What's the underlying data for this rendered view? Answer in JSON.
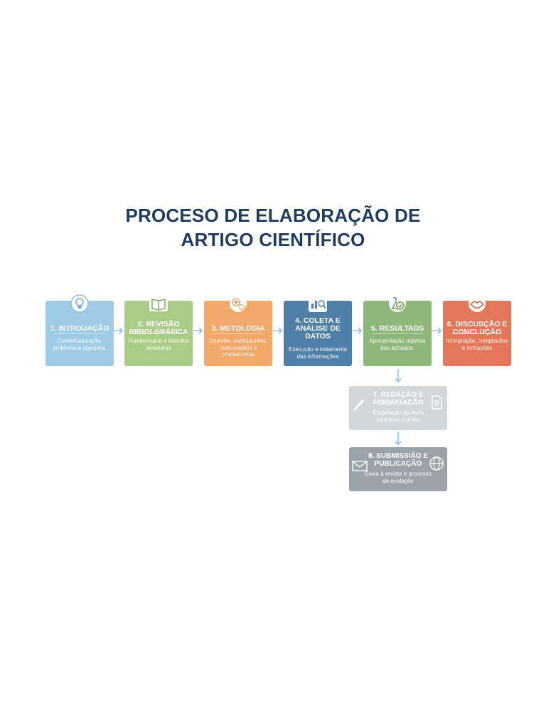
{
  "title": {
    "line1": "PROCESO DE ELABORAÇÃO DE",
    "line2": "ARTIGO CIENTÍFICO"
  },
  "steps": [
    {
      "name": "1. INTROUAÇÃO",
      "desc": "Contextualização, problema e objetivos.",
      "icon": "lightbulb-icon",
      "color": "#9dcbe6"
    },
    {
      "name": "2. REVISÃO BIBIGLGRÁFICA",
      "desc": "Fundamoarto e teandos anteriores",
      "icon": "book-icon",
      "color": "#a9cc87"
    },
    {
      "name": "3. METOLOGIA",
      "desc": "Desmho, participantes, instrumentos e procedimnos",
      "icon": "gears-icon",
      "color": "#f1a868"
    },
    {
      "name": "4. COLETA E ANÁLISE DE DATOS",
      "desc": "Execução e tratamento das informações",
      "icon": "chart-magnifier-icon",
      "color": "#4f7ea6"
    },
    {
      "name": "5. RESULTADS",
      "desc": "Apresentação objetiva dos achados.",
      "icon": "flask-check-icon",
      "color": "#8fb779"
    },
    {
      "name": "6. DISCUSÇÃO E CONCLUÇÃO",
      "desc": "Interpração, compisullos e limitações",
      "icon": "handshake-icon",
      "color": "#e4775a"
    },
    {
      "name": "7. REDAÇÃO E FORMATAÇÃO",
      "desc": "Estrutração do texto conforme normas",
      "icon": "pen-icon",
      "icon2": "document-icon",
      "color": "#d4d7da"
    },
    {
      "name": "8. SUBMISSIÃO E PUBLICAÇÃO",
      "desc": "Envio à revista e processo de evalação",
      "icon": "envelope-icon",
      "icon2": "globe-icon",
      "color": "#9aa2aa"
    }
  ]
}
